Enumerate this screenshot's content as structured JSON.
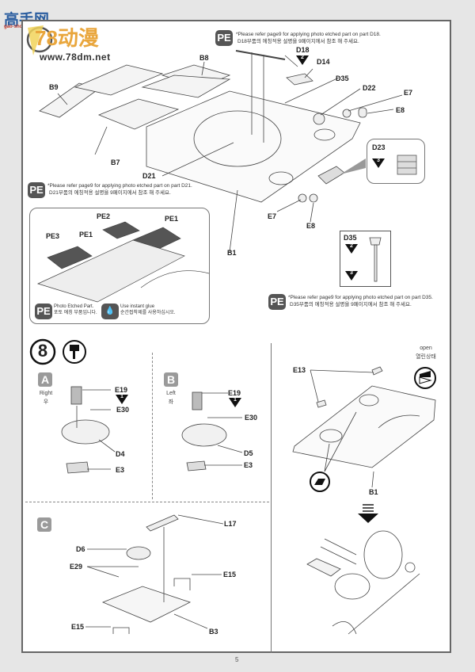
{
  "watermark": {
    "site_name": "高手网",
    "site_sub": "gao-shou.com",
    "brand": "78动漫",
    "url": "www.78dm.net"
  },
  "page_number": "5",
  "step7": {
    "pe_notes": [
      {
        "icon": "PE",
        "en": "*Please refer page9 for applying photo etched part on part D18.",
        "ko": "D18부품의 에칭적용 설명을 9페이지에서 참조 해 주세요."
      },
      {
        "icon": "PE",
        "en": "*Please refer page9 for applying photo etched part on part D21.",
        "ko": "D21부품의 에칭적용 설명을 9페이지에서 참조 해 주세요."
      },
      {
        "icon": "PE",
        "en": "*Please refer page9 for applying photo etched part on part D35.",
        "ko": "D35부품의 에칭적용 설명을 9페이지에서 참조 해 주세요."
      }
    ],
    "part_labels": [
      "B8",
      "B9",
      "B7",
      "D21",
      "B1",
      "D18",
      "D14",
      "D35",
      "D22",
      "E7",
      "E8",
      "E7",
      "E8"
    ],
    "callout_d18_step": "2",
    "inset_d23": {
      "title": "D23",
      "step": "3"
    },
    "inset_d35": {
      "title": "D35",
      "steps": [
        "2",
        "3"
      ]
    },
    "pe_detail": {
      "labels": [
        "PE2",
        "PE1",
        "PE3",
        "PE1"
      ],
      "legend_pe": {
        "icon": "PE",
        "en": "Photo Etched Part.",
        "ko": "포토 에칭 부품입니다."
      },
      "legend_glue": {
        "en": "Use instant glue",
        "ko": "순간접착제를 사용하십시오."
      }
    }
  },
  "step8": {
    "number": "8",
    "sub_a": {
      "letter": "A",
      "side_en": "Right",
      "side_ko": "우",
      "labels": [
        "E19",
        "E30",
        "D4",
        "E3"
      ],
      "step": "1"
    },
    "sub_b": {
      "letter": "B",
      "side_en": "Left",
      "side_ko": "좌",
      "labels": [
        "E19",
        "E30",
        "D5",
        "E3"
      ],
      "step": "1"
    },
    "sub_c": {
      "letter": "C",
      "labels": [
        "L17",
        "D6",
        "E29",
        "E15",
        "E15",
        "B3"
      ]
    },
    "right_panel": {
      "open_en": "open",
      "open_ko": "열린상태",
      "labels": [
        "E13",
        "B1"
      ]
    }
  }
}
